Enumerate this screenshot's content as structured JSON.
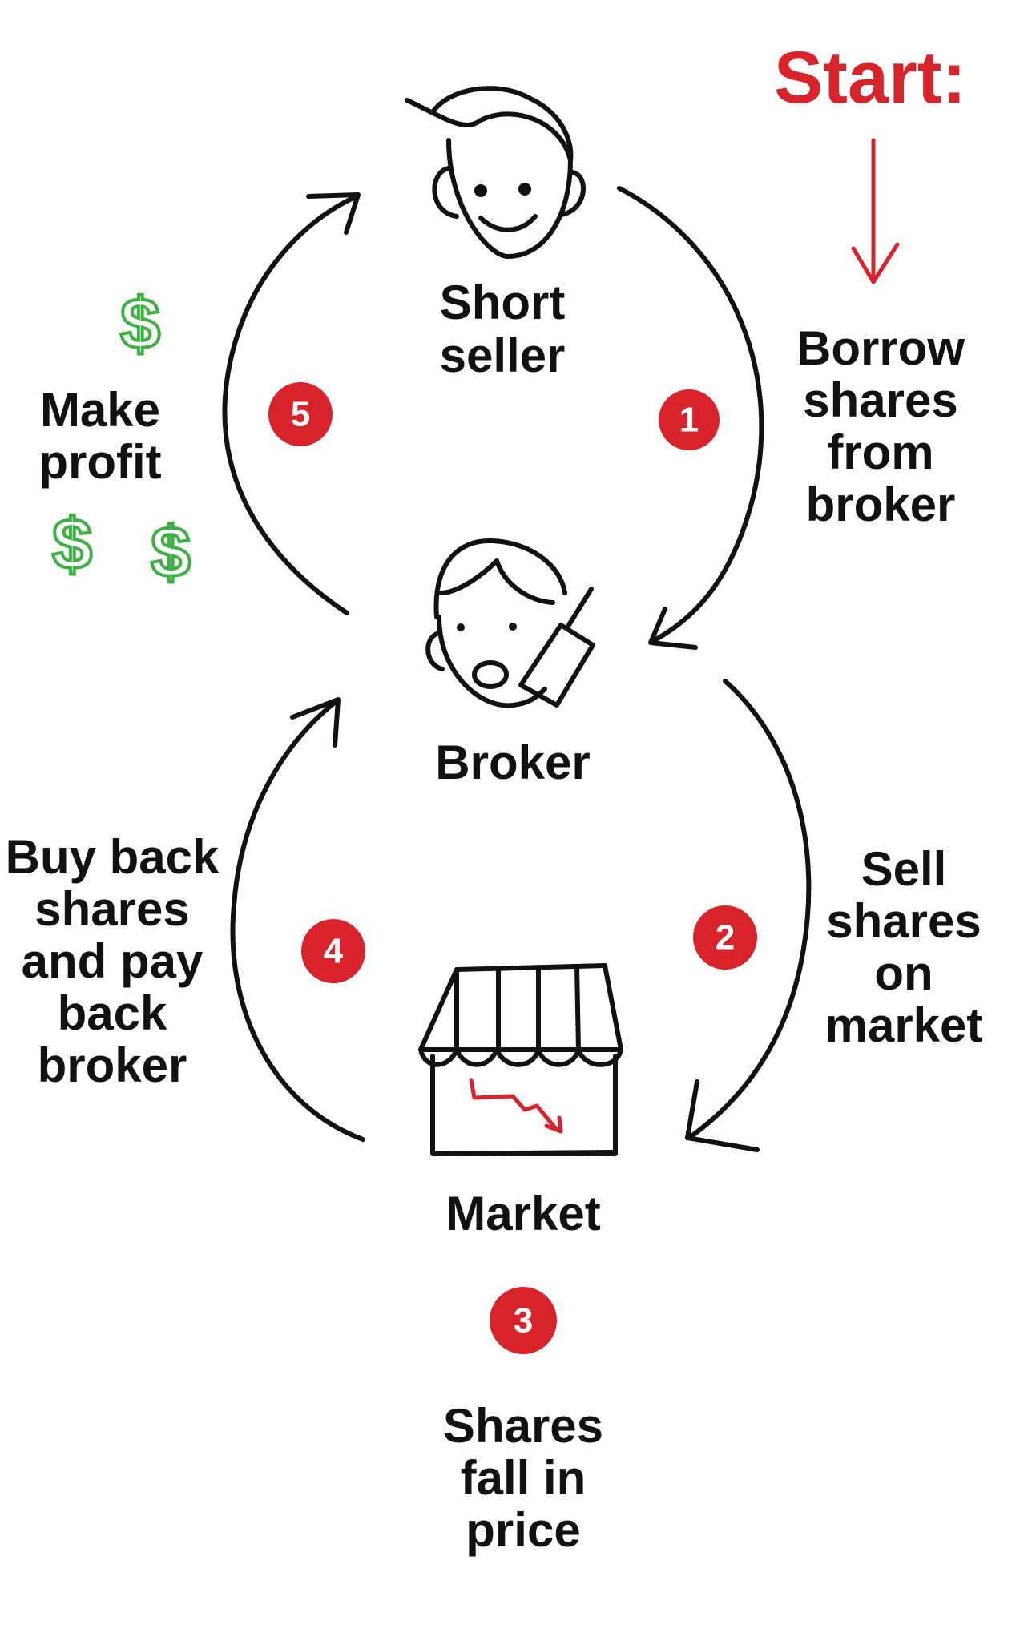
{
  "start_label": "Start:",
  "colors": {
    "accent": "#d8232a",
    "money": "#3cb043",
    "ink": "#111111"
  },
  "nodes": {
    "short_seller": {
      "lines": [
        "Short",
        "seller"
      ],
      "icon": "person-smiling-icon"
    },
    "broker": {
      "lines": [
        "Broker"
      ],
      "icon": "person-on-phone-icon"
    },
    "market": {
      "lines": [
        "Market"
      ],
      "icon": "storefront-falling-chart-icon"
    }
  },
  "steps": [
    {
      "number": "1",
      "lines": [
        "Borrow",
        "shares",
        "from",
        "broker"
      ]
    },
    {
      "number": "2",
      "lines": [
        "Sell",
        "shares",
        "on",
        "market"
      ]
    },
    {
      "number": "3",
      "lines": [
        "Shares",
        "fall in",
        "price"
      ]
    },
    {
      "number": "4",
      "lines": [
        "Buy back",
        "shares",
        "and pay",
        "back",
        "broker"
      ]
    },
    {
      "number": "5",
      "lines": [
        "Make",
        "profit"
      ]
    }
  ],
  "money_symbol": "$"
}
